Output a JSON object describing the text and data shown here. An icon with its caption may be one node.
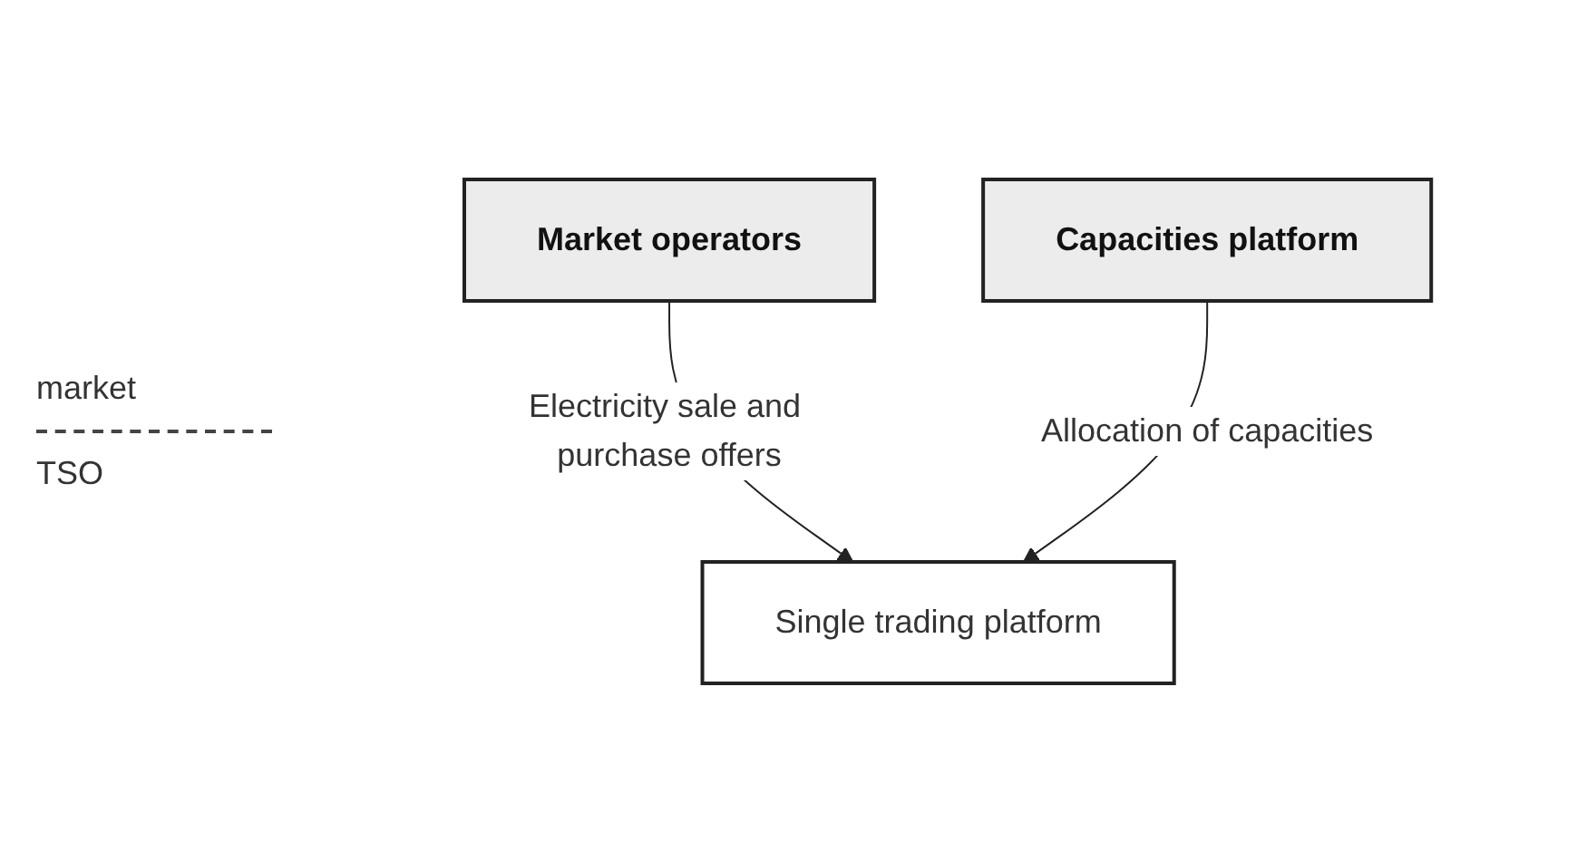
{
  "diagram": {
    "nodes": [
      {
        "text": [
          "Market operators"
        ]
      },
      {
        "text": [
          "Single trading platform"
        ]
      },
      {
        "text": [
          "Capacities platform"
        ]
      }
    ],
    "edges": [
      {
        "from": 0,
        "to": 1,
        "arrow": "to",
        "label": "Electricity sale and purchase offers"
      },
      {
        "from": 2,
        "to": 1,
        "arrow": "to",
        "label": "Allocation of capacities"
      }
    ],
    "labels": [
      "market",
      "TSO"
    ]
  }
}
